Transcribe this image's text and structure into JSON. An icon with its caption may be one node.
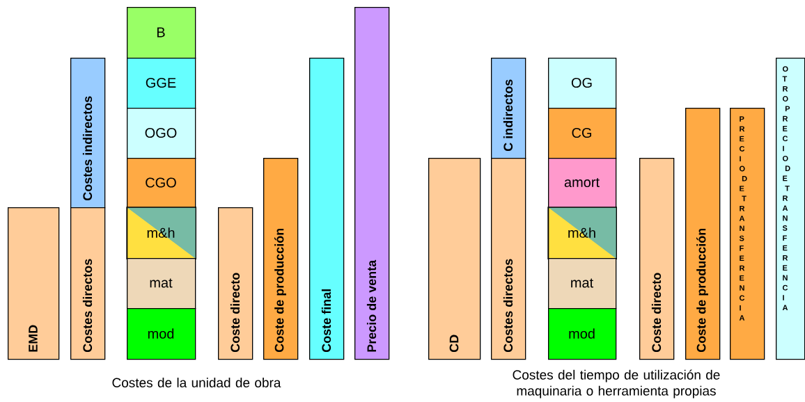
{
  "diagram": {
    "nodes": [
      {
        "text": [
          "EMD"
        ]
      },
      {
        "text": [
          "Costes indirectos"
        ]
      },
      {
        "text": [
          "Costes directos"
        ]
      },
      {
        "text": [
          "B"
        ]
      },
      {
        "text": [
          "GGE"
        ]
      },
      {
        "text": [
          "OGO"
        ]
      },
      {
        "text": [
          "CGO"
        ]
      },
      {
        "text": [
          "m&h"
        ]
      },
      {
        "text": [
          "mat"
        ]
      },
      {
        "text": [
          "mod"
        ]
      },
      {
        "text": [
          "Coste directo"
        ]
      },
      {
        "text": [
          "Coste de producción"
        ]
      },
      {
        "text": [
          "Coste final"
        ]
      },
      {
        "text": [
          "Precio de venta"
        ]
      },
      {
        "text": [
          "CD"
        ]
      },
      {
        "text": [
          "C indirectos"
        ]
      },
      {
        "text": [
          "Costes directos"
        ]
      },
      {
        "text": [
          "OG"
        ]
      },
      {
        "text": [
          "CG"
        ]
      },
      {
        "text": [
          "amort"
        ]
      },
      {
        "text": [
          "m&h"
        ]
      },
      {
        "text": [
          "mat"
        ]
      },
      {
        "text": [
          "mod"
        ]
      },
      {
        "text": [
          "Coste directo"
        ]
      },
      {
        "text": [
          "Coste de producción"
        ]
      },
      {
        "text": [
          "PRECIO DE TRANSFERENCIA"
        ]
      },
      {
        "text": [
          "OTRO PRECIO DE TRANSFERENCIA"
        ]
      }
    ],
    "labels": [
      "Costes de la unidad de obra",
      "Costes del tiempo de utilización de maquinaria o herramienta propias"
    ]
  }
}
